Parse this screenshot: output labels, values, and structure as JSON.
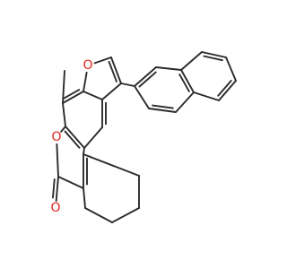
{
  "molecule": {
    "atom_labels": [
      {
        "text": "O",
        "role": "furan-oxygen"
      },
      {
        "text": "O",
        "role": "lactone-ring-oxygen"
      },
      {
        "text": "O",
        "role": "carbonyl-oxygen"
      }
    ]
  },
  "colors": {
    "bond": "#2b2b2b",
    "oxygen": "#e0221b",
    "background": "#ffffff"
  }
}
